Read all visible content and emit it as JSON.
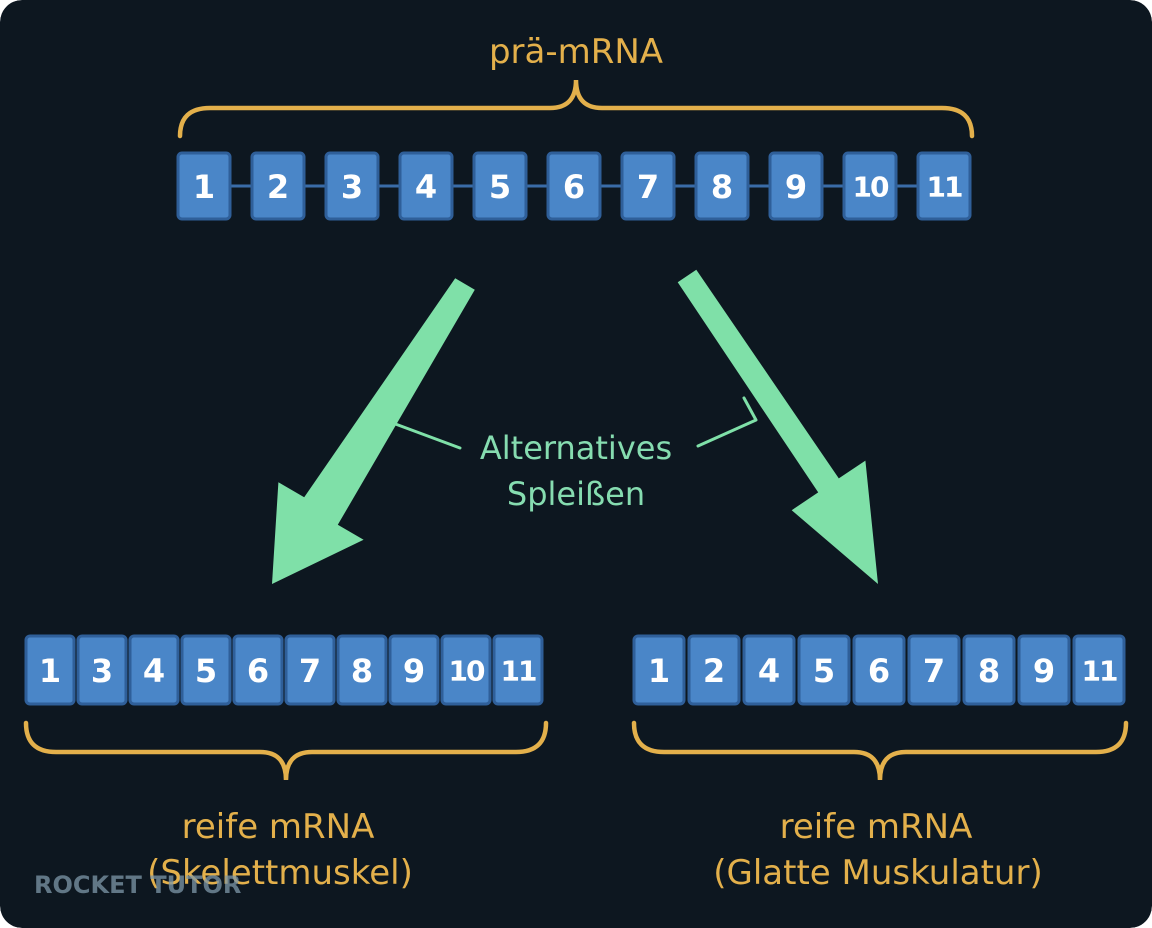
{
  "colors": {
    "background": "#0d1720",
    "exon_fill": "#4a86c8",
    "exon_stroke": "#2f5f99",
    "connector": "#3a6ca8",
    "brace": "#e3b04b",
    "label_orange": "#e3b04b",
    "arrow_green": "#7fe0a8",
    "label_green": "#86dcb0",
    "watermark": "#7d97a8"
  },
  "pre_mrna": {
    "label": "prä-mRNA",
    "exons": [
      "1",
      "2",
      "3",
      "4",
      "5",
      "6",
      "7",
      "8",
      "9",
      "10",
      "11"
    ]
  },
  "splicing": {
    "label_line1": "Alternatives",
    "label_line2": "Spleißen"
  },
  "mature_left": {
    "exons": [
      "1",
      "3",
      "4",
      "5",
      "6",
      "7",
      "8",
      "9",
      "10",
      "11"
    ],
    "label_line1": "reife mRNA",
    "label_line2": "(Skelettmuskel)"
  },
  "mature_right": {
    "exons": [
      "1",
      "2",
      "4",
      "5",
      "6",
      "7",
      "8",
      "9",
      "11"
    ],
    "label_line1": "reife mRNA",
    "label_line2": "(Glatte Muskulatur)"
  },
  "watermark": {
    "text": "ROCKET TUTOR"
  }
}
